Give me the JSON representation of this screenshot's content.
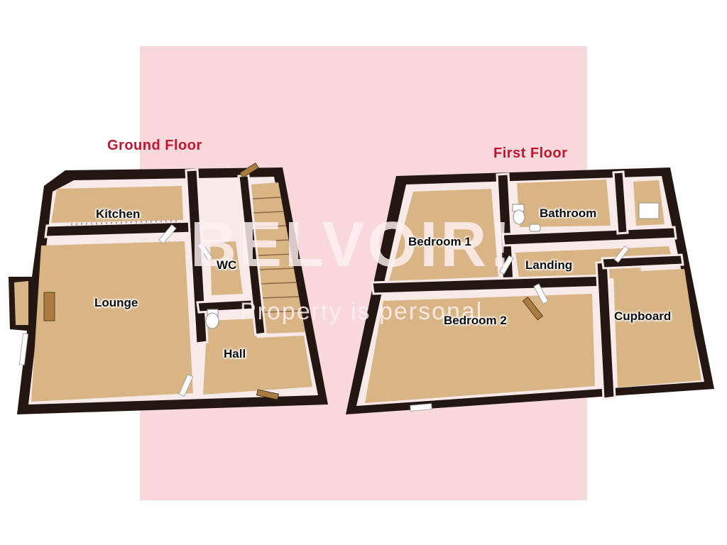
{
  "palette": {
    "background": "#ffffff",
    "pink_panel": "#f8d8db",
    "wall": "#241712",
    "wall_face": "#f7eae8",
    "floor_tan": "#d9b586",
    "title_red": "#c21531",
    "watermark": "#fdeff2"
  },
  "watermark": {
    "brand": "BELVOIR!",
    "tagline": "Property is personal"
  },
  "floors": [
    {
      "label": "Ground Floor",
      "rooms": [
        {
          "name": "Kitchen"
        },
        {
          "name": "Lounge"
        },
        {
          "name": "WC"
        },
        {
          "name": "Hall"
        }
      ]
    },
    {
      "label": "First Floor",
      "rooms": [
        {
          "name": "Bedroom 1"
        },
        {
          "name": "Bathroom"
        },
        {
          "name": "Landing"
        },
        {
          "name": "Bedroom 2"
        },
        {
          "name": "Cupboard"
        }
      ]
    }
  ]
}
